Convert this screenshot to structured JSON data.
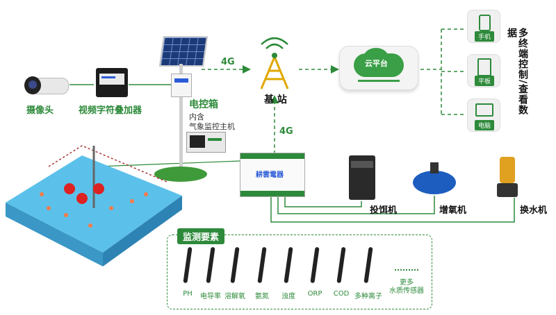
{
  "labels": {
    "camera": "摄像头",
    "overlay": "视频字符叠加器",
    "control_box": "电控箱",
    "control_sub1": "内含",
    "control_sub2": "气象监控主机",
    "link_4g_top": "4G",
    "link_4g_mid": "4G",
    "base_station": "基 站",
    "cloud": "云平台",
    "feeder": "投饵机",
    "aerator": "增氧机",
    "pump": "换水机",
    "multi_terminal": "多终端控制/查看数据",
    "controller_brand": "耕雲電器"
  },
  "devices": [
    {
      "label": "手机",
      "icon": "phone-icon"
    },
    {
      "label": "平板",
      "icon": "tablet-icon"
    },
    {
      "label": "电脑",
      "icon": "computer-icon"
    }
  ],
  "monitor": {
    "title": "监测要素",
    "sensors": [
      "PH",
      "电导率",
      "溶解氧",
      "氨氮",
      "浊度",
      "ORP",
      "COD",
      "多种离子"
    ],
    "more_line1": "更多",
    "more_line2": "水质传感器"
  },
  "colors": {
    "accent": "#2d8a3a",
    "pool": "#4ab3e0",
    "line": "#2d8a3a"
  }
}
